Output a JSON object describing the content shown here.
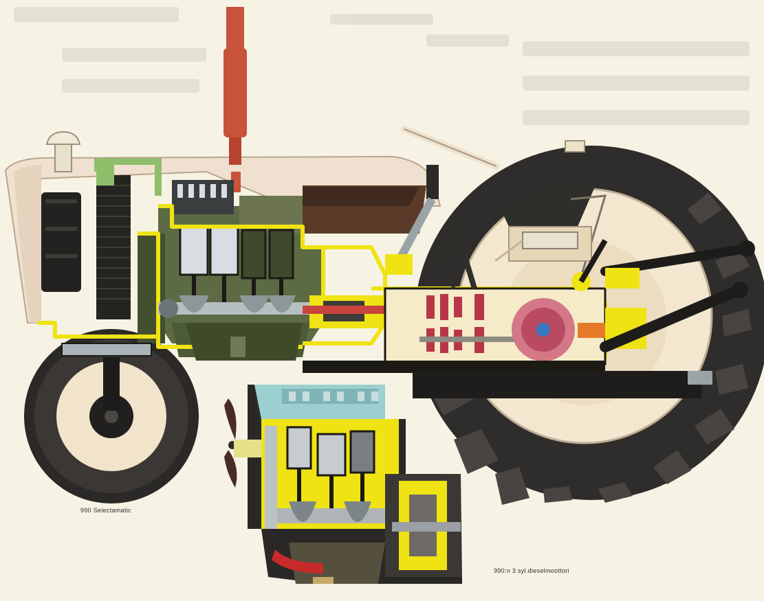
{
  "captions": {
    "tractor": "990 Selectamatic",
    "engine": "990:n 3 syl.dieselmoottori"
  },
  "colors": {
    "paper": "#f6f3e4",
    "hood": "#efe0cf",
    "engine_green": "#5c6b43",
    "cutaway_yellow": "#efe313",
    "cutaway_black": "#1c1a14",
    "exhaust_red": "#c8523a",
    "gear_red": "#b8364a",
    "tire_dark": "#2e2c2a",
    "rim_cream": "#f4e7cf",
    "block_teal": "#9ccfd0",
    "seat_dark": "#2e2f2a"
  },
  "icons": {
    "tractor": "tractor-cutaway-illustration",
    "engine": "diesel-engine-cutaway-illustration",
    "fan": "fan-blade-icon"
  }
}
